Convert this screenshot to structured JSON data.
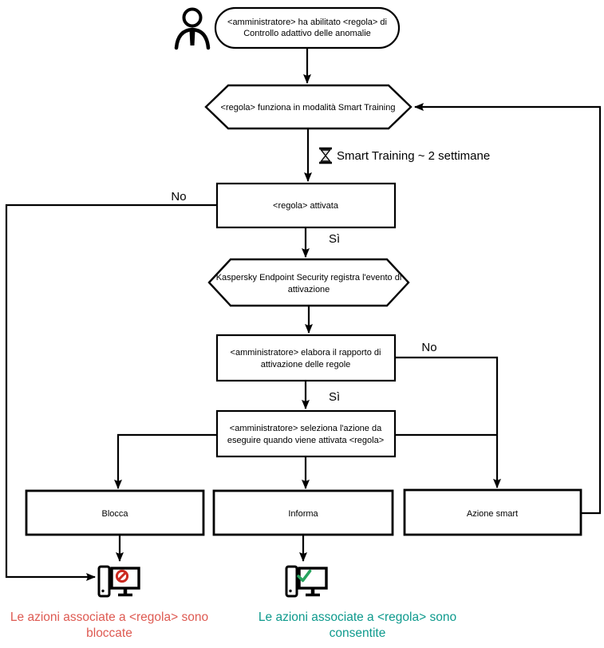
{
  "diagram": {
    "title_implicit": "Kaspersky Adaptive Anomaly Control rule flow",
    "nodes": {
      "start": {
        "line1": "<amministratore> ha abilitato <regola> di",
        "line2": "Controllo adattivo delle anomalie"
      },
      "smart_training_mode": {
        "label": "<regola> funziona in modalità Smart Training"
      },
      "training_duration": {
        "label": "Smart Training ~ 2 settimane"
      },
      "rule_triggered": {
        "label": "<regola> attivata"
      },
      "kes_logs_event": {
        "line1": "Kaspersky Endpoint Security registra l'evento di",
        "line2": "attivazione"
      },
      "admin_report": {
        "line1": "<amministratore> elabora il rapporto di",
        "line2": "attivazione delle regole"
      },
      "admin_select_action": {
        "line1": "<amministratore> seleziona l'azione da",
        "line2": "eseguire quando viene attivata <regola>"
      },
      "block": {
        "label": "Blocca"
      },
      "inform": {
        "label": "Informa"
      },
      "smart_action": {
        "label": "Azione smart"
      }
    },
    "edges": {
      "no_left": "No",
      "yes_top": "Sì",
      "no_right": "No",
      "yes_bottom": "Sì"
    },
    "outcomes": {
      "blocked": {
        "line1": "Le azioni associate a <regola> sono",
        "line2": "bloccate",
        "color": "#de5a52"
      },
      "allowed": {
        "line1": "Le azioni associate a <regola> sono",
        "line2": "consentite",
        "color": "#0e9a8d"
      }
    },
    "colors": {
      "line": "#000000",
      "prohibition": "#cc2b22",
      "check": "#27a35e",
      "hourglass_sand": "#dddddd"
    }
  }
}
